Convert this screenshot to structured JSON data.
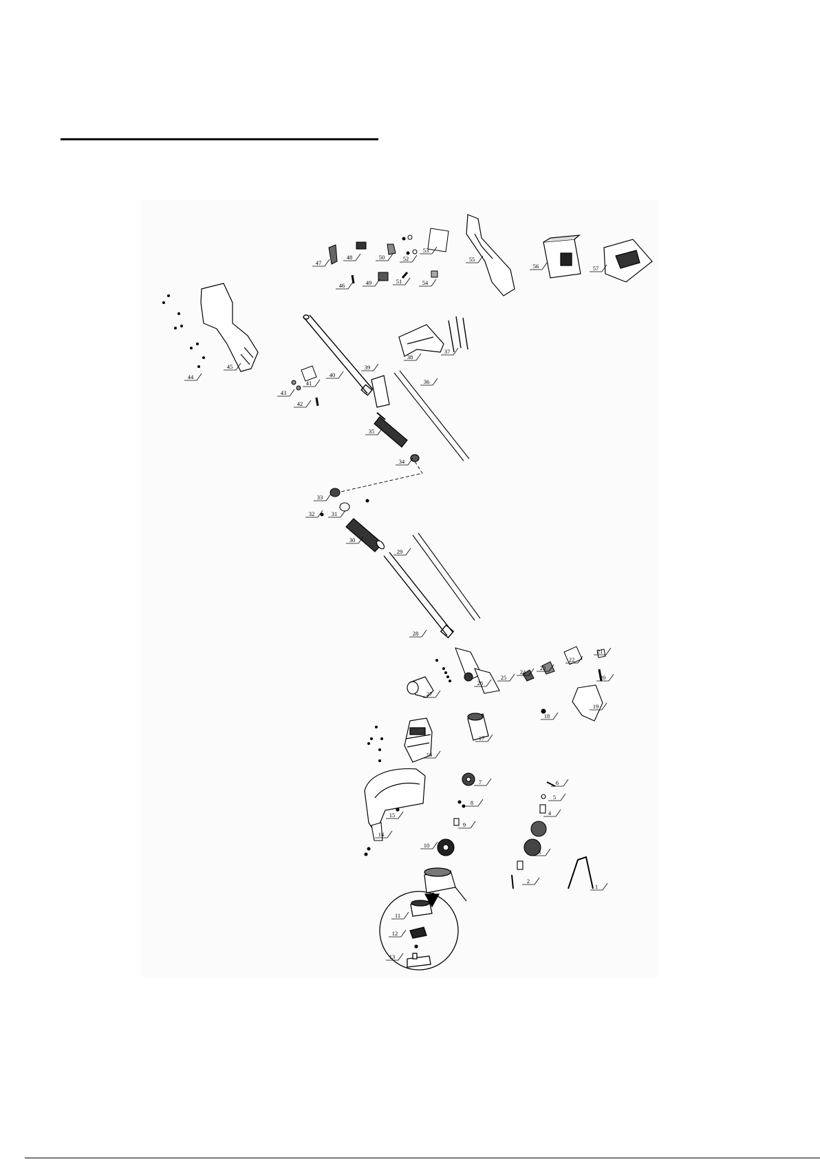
{
  "document": {
    "title_text": ""
  },
  "diagram": {
    "part_labels": [
      "1",
      "2",
      "3",
      "4",
      "5",
      "6",
      "7",
      "8",
      "9",
      "10",
      "11",
      "12",
      "13",
      "14",
      "15",
      "16",
      "17",
      "18",
      "19",
      "20",
      "21",
      "22",
      "23",
      "24",
      "25",
      "26",
      "27",
      "28",
      "29",
      "30",
      "31",
      "32",
      "33",
      "34",
      "35",
      "36",
      "37",
      "38",
      "39",
      "40",
      "41",
      "42",
      "43",
      "44",
      "45",
      "46",
      "47",
      "48",
      "49",
      "50",
      "51",
      "52",
      "53",
      "54",
      "55",
      "56",
      "57"
    ]
  }
}
